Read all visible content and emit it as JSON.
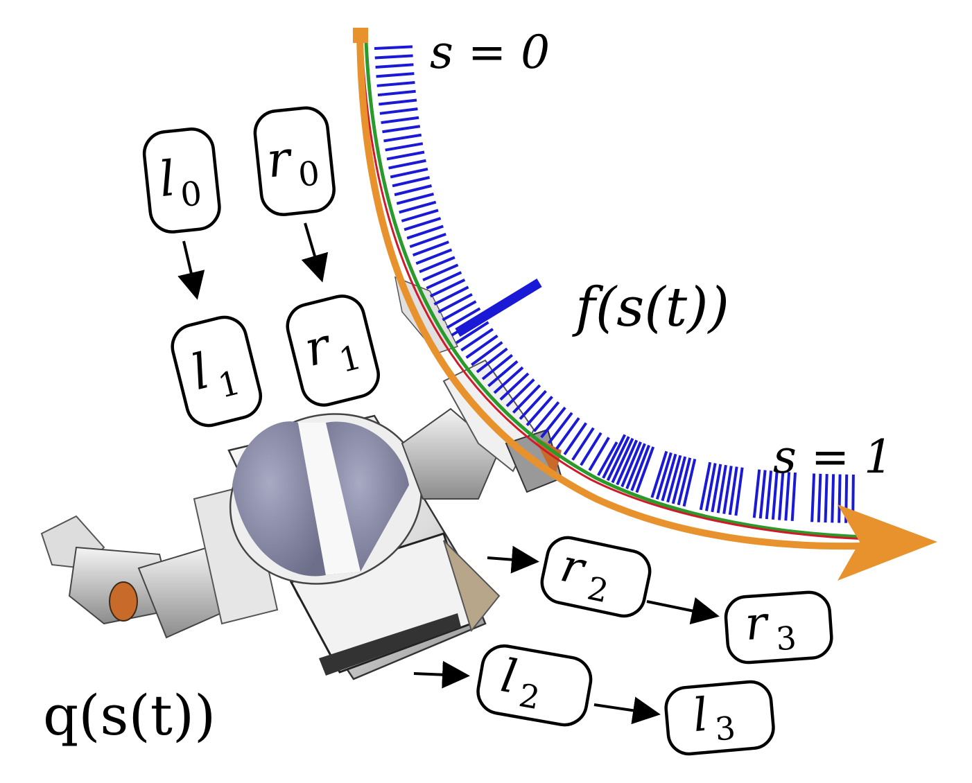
{
  "labels": {
    "s_start": "s = 0",
    "s_end": "s = 1",
    "path_func": "f(s(t))",
    "config_func": "q(s(t))"
  },
  "nodes": {
    "l0": {
      "base": "l",
      "sub": "0"
    },
    "r0": {
      "base": "r",
      "sub": "0"
    },
    "l1": {
      "base": "l",
      "sub": "1"
    },
    "r1": {
      "base": "r",
      "sub": "1"
    },
    "r2": {
      "base": "r",
      "sub": "2"
    },
    "r3": {
      "base": "r",
      "sub": "3"
    },
    "l2": {
      "base": "l",
      "sub": "2"
    },
    "l3": {
      "base": "l",
      "sub": "3"
    }
  },
  "colors": {
    "path_arrow": "#e8922e",
    "frame_blue": "#1a1ad6",
    "trace_green": "#2a9a2a",
    "trace_red": "#d01a2a",
    "robot_body": "#e8e8e8",
    "robot_dome": "#8a8ca8"
  }
}
